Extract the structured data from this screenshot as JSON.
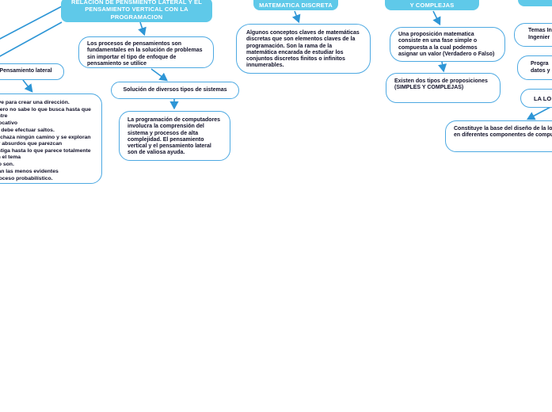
{
  "app": "concept-map",
  "colors": {
    "title_fill": "#5fc9e9",
    "title_text": "#ffffff",
    "node_border": "#4da9e2",
    "node_text": "#101028",
    "arrow": "#2e96d6",
    "background": "#ffffff"
  },
  "titles": {
    "relacion": "RELACION DE PENSMIENTO LATERAL Y EL PENSAMIENTO VERTICAL CON LA PROGRAMACION",
    "matematica": "MATEMATICA DISCRETA",
    "complejas": "Y COMPLEJAS"
  },
  "nodes": {
    "los_procesos": {
      "text": "Los procesos de pensamientos son fundamentales en la solución de problemas sin importar el tipo de enfoque de pensamiento se utilice"
    },
    "pensamiento_lateral": {
      "text": "Pensamiento lateral"
    },
    "lateral_features": {
      "items": [
        "• Se mueve para crear una dirección.",
        "• Busca pero no sabe lo que busca hasta que lo encuentre",
        "• Es provocativo",
        "• Puede y debe efectuar saltos.",
        "• No se rechaza ningún camino y se exploran todos por absurdos que parezcan",
        "• Se investiga hasta lo que parece totalmente ajeno con el tema",
        "• Nunca lo son.",
        "•Se buscan las menos evidentes",
        "•Es un proceso probabilístico."
      ]
    },
    "solucion": {
      "text": "Solución de diversos tipos de sistemas"
    },
    "la_programacion": {
      "text": "La programación de computadores involucra la comprensión del sistema y procesos de alta complejidad. El pensamiento vertical y el pensamiento lateral son de valiosa ayuda."
    },
    "algunos_conceptos": {
      "text": "Algunos conceptos claves de matemáticas discretas que son elementos claves de la programación. Son la rama de la matemática encarada de estudiar los conjuntos discretos finitos o infinitos innumerables."
    },
    "una_proposicion": {
      "text": "Una proposición matematica consiste en una fase simple o compuesta a la cual podemos asignar un valor (Verdadero o Falso)"
    },
    "existen_dos": {
      "text": "Existen dos tipos de proposiciones (SIMPLES Y COMPLEJAS)"
    },
    "temas": {
      "line1": "Temas In",
      "line2": "Ingenier"
    },
    "programa": {
      "line1": "Progra",
      "line2": "datos y"
    },
    "la_logica": {
      "text": "LA LO"
    },
    "constituye": {
      "text": "Constituye la base del diseño de la logica en diferentes componentes de computador."
    }
  }
}
